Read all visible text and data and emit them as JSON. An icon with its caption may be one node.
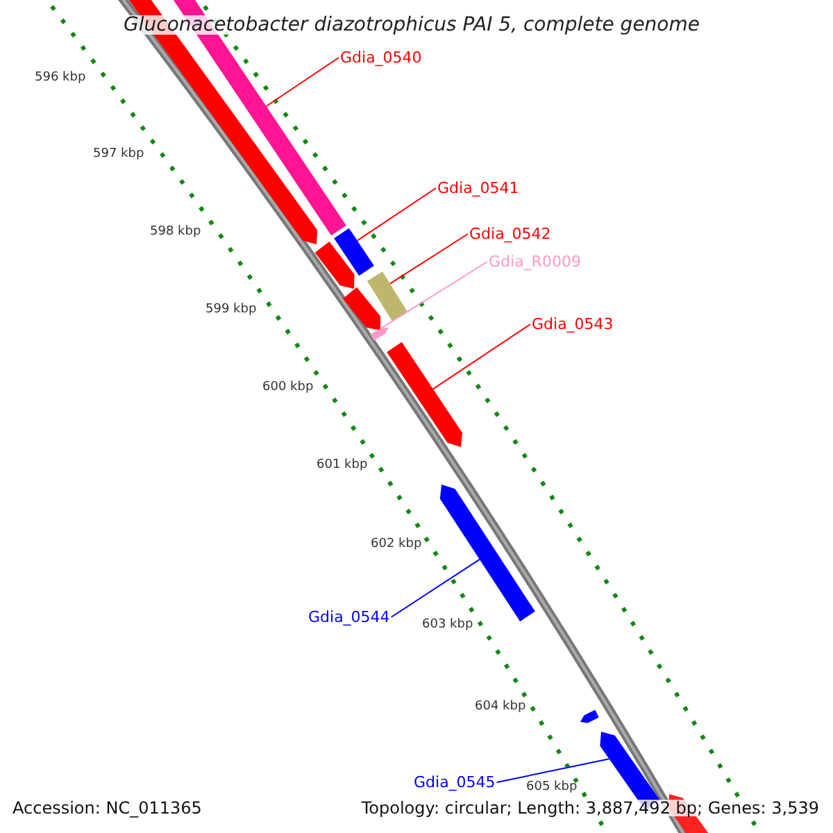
{
  "diagram": {
    "title": "Gluconacetobacter diazotrophicus PAI 5, complete genome",
    "nodes": [
      {
        "text": [
          "Gdia_0540"
        ]
      },
      {
        "text": [],
        "shape": "bar"
      },
      {
        "text": [
          "Gdia_0541"
        ]
      },
      {
        "text": [],
        "shape": "bar"
      },
      {
        "text": [
          "Gdia_0542"
        ]
      },
      {
        "text": [],
        "shape": "bar"
      },
      {
        "text": [
          "Gdia_R0009"
        ]
      },
      {
        "text": [],
        "shape": "bar"
      },
      {
        "text": [
          "Gdia_0543"
        ]
      },
      {
        "text": [],
        "shape": "bar"
      },
      {
        "text": [
          "Gdia_0544"
        ]
      },
      {
        "text": [],
        "shape": "bar"
      },
      {
        "text": [
          "Gdia_0545"
        ]
      },
      {
        "text": [],
        "shape": "bar"
      }
    ],
    "edges": [
      {
        "from": 0,
        "to": 1,
        "arrow": "none"
      },
      {
        "from": 2,
        "to": 3,
        "arrow": "none"
      },
      {
        "from": 4,
        "to": 5,
        "arrow": "none"
      },
      {
        "from": 6,
        "to": 7,
        "arrow": "none",
        "color": "#ff99cc"
      },
      {
        "from": 8,
        "to": 9,
        "arrow": "none"
      },
      {
        "from": 10,
        "to": 11,
        "arrow": "none",
        "color": "#0000ff"
      },
      {
        "from": 12,
        "to": 13,
        "arrow": "none",
        "color": "#0000ff"
      }
    ],
    "labels": [
      "596 kbp",
      "597 kbp",
      "598 kbp",
      "599 kbp",
      "600 kbp",
      "601 kbp",
      "602 kbp",
      "603 kbp",
      "604 kbp",
      "605 kbp",
      "Accession: NC_011365",
      "Topology: circular; Length: 3,887,492 bp; Genes: 3,539"
    ]
  }
}
